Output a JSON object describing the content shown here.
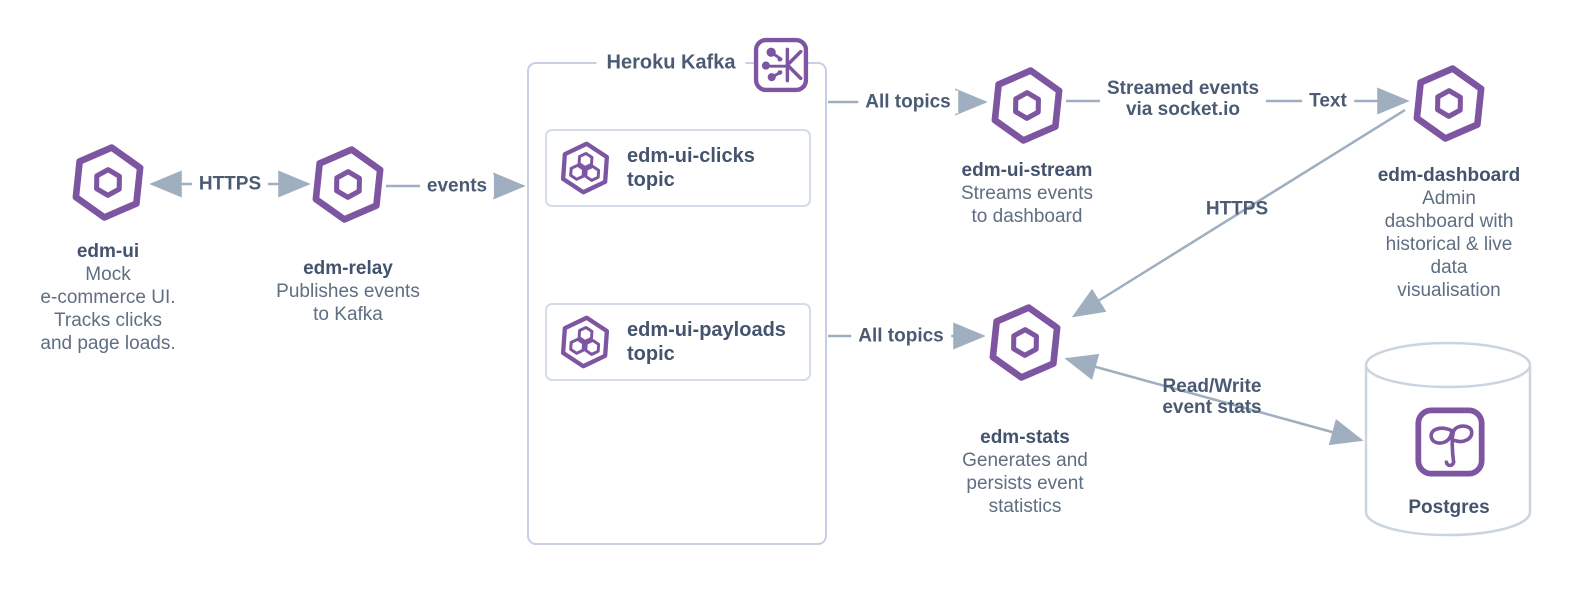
{
  "colors": {
    "accent_purple": "#7d55a1",
    "line_gray": "#9fafc0",
    "label_slate": "#4b5b73",
    "name_slate": "#43536d",
    "desc_slate": "#5f6e82",
    "box_border": "#c8cee8"
  },
  "nodes": {
    "edm_ui": {
      "name": "edm-ui",
      "desc": [
        "Mock",
        "e-commerce UI.",
        "Tracks clicks",
        "and page loads."
      ]
    },
    "edm_relay": {
      "name": "edm-relay",
      "desc": [
        "Publishes events",
        "to Kafka"
      ]
    },
    "kafka": {
      "title": "Heroku Kafka",
      "topics": [
        {
          "line1": "edm-ui-clicks",
          "line2": "topic"
        },
        {
          "line1": "edm-ui-payloads",
          "line2": "topic"
        }
      ]
    },
    "edm_ui_stream": {
      "name": "edm-ui-stream",
      "desc": [
        "Streams events",
        "to dashboard"
      ]
    },
    "edm_dashboard": {
      "name": "edm-dashboard",
      "desc": [
        "Admin",
        "dashboard with",
        "historical & live",
        "data",
        "visualisation"
      ]
    },
    "edm_stats": {
      "name": "edm-stats",
      "desc": [
        "Generates and",
        "persists event",
        "statistics"
      ]
    },
    "postgres": {
      "name": "Postgres"
    }
  },
  "edges": {
    "https_left": "HTTPS",
    "events": "events",
    "all_topics_top": "All topics",
    "streamed_line1": "Streamed events",
    "streamed_line2": "via socket.io",
    "text": "Text",
    "https_diag": "HTTPS",
    "all_topics_bottom": "All topics",
    "rw_line1": "Read/Write",
    "rw_line2": "event stats"
  },
  "icons": {
    "service": "heroku-hexagon-icon",
    "topic": "kafka-topic-hexagon-icon",
    "kafka_logo": "kafka-logo-icon",
    "postgres_logo": "heroku-postgres-icon",
    "database": "database-cylinder"
  }
}
